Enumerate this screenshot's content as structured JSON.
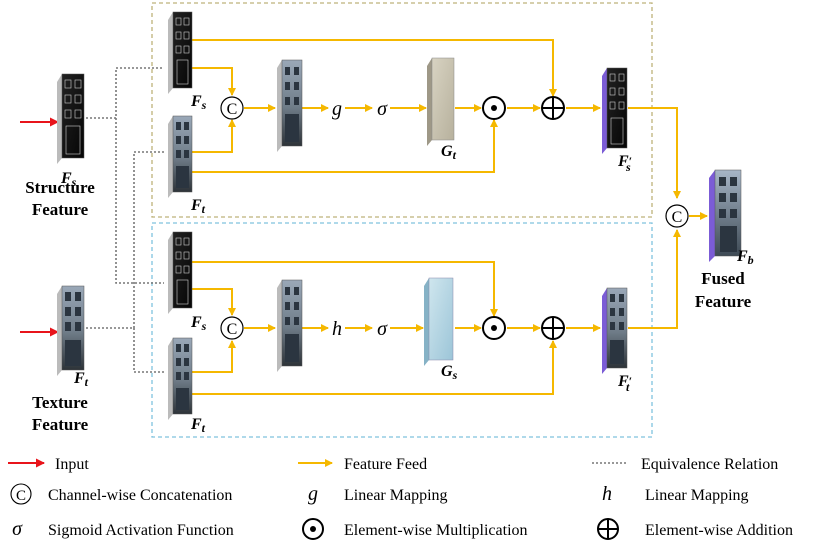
{
  "labels": {
    "structure_feature_line1": "Structure",
    "structure_feature_line2": "Feature",
    "texture_feature_line1": "Texture",
    "texture_feature_line2": "Feature",
    "fused_feature_line1": "Fused",
    "fused_feature_line2": "Feature"
  },
  "symbols": {
    "F": "F",
    "G": "G",
    "sub_s": "s",
    "sub_t": "t",
    "sub_b": "b",
    "prime": "′",
    "g": "g",
    "h": "h",
    "sigma": "σ",
    "concat": "C",
    "mult": "⊙",
    "add": "⊕"
  },
  "legend": [
    {
      "symbol": "red-arrow",
      "text": "Input"
    },
    {
      "symbol": "orange-arrow",
      "text": "Feature Feed"
    },
    {
      "symbol": "dotted-line",
      "text": "Equivalence Relation"
    },
    {
      "symbol": "concat",
      "text": "Channel-wise Concatenation"
    },
    {
      "symbol": "g",
      "text": "Linear Mapping"
    },
    {
      "symbol": "h",
      "text": "Linear Mapping"
    },
    {
      "symbol": "sigma",
      "text": "Sigmoid Activation Function"
    },
    {
      "symbol": "mult",
      "text": "Element-wise Multiplication"
    },
    {
      "symbol": "add",
      "text": "Element-wise Addition"
    }
  ],
  "colors": {
    "orange": "#F5B800",
    "red": "#E8141B",
    "dotted": "#777777",
    "top_box": "#BEB27A",
    "bottom_box": "#7FC2DE",
    "purple": "#7B5CD6"
  }
}
